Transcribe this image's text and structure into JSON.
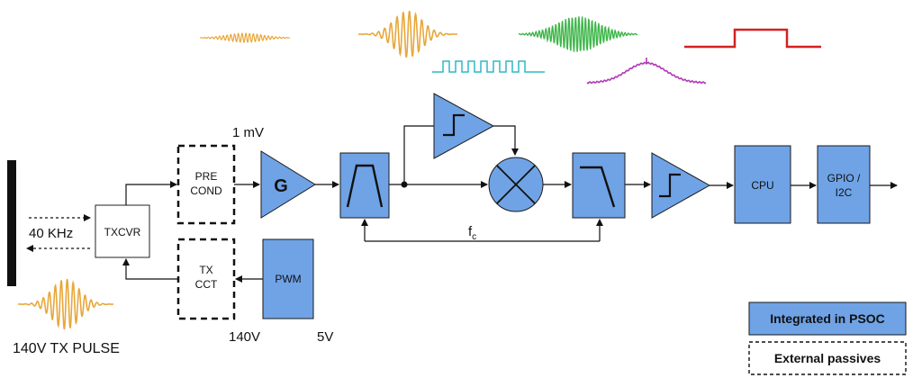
{
  "colors": {
    "block_fill": "#6fa3e6",
    "signal_orange": "#e8a73a",
    "signal_green": "#3fb64a",
    "signal_cyan": "#2fb8c4",
    "signal_red": "#d62020",
    "signal_purple": "#b03ab8"
  },
  "labels": {
    "voltage_1mv": "1 mV",
    "freq_40khz": "40 KHz",
    "tx_pulse": "140V TX PULSE",
    "v140": "140V",
    "v5": "5V",
    "fc_base": "f",
    "fc_sub": "c"
  },
  "blocks": {
    "txcvr": "TXCVR",
    "precond_line1": "PRE",
    "precond_line2": "COND",
    "txcct_line1": "TX",
    "txcct_line2": "CCT",
    "pwm": "PWM",
    "gain": "G",
    "cpu": "CPU",
    "gpio_line1": "GPIO /",
    "gpio_line2": "I2C"
  },
  "legend": {
    "integrated": "Integrated in PSOC",
    "external": "External passives"
  },
  "icons": {
    "bandpass": "bandpass-filter-icon",
    "mixer": "mixer-icon",
    "lowpass": "lowpass-filter-icon",
    "comparator": "comparator-icon"
  }
}
